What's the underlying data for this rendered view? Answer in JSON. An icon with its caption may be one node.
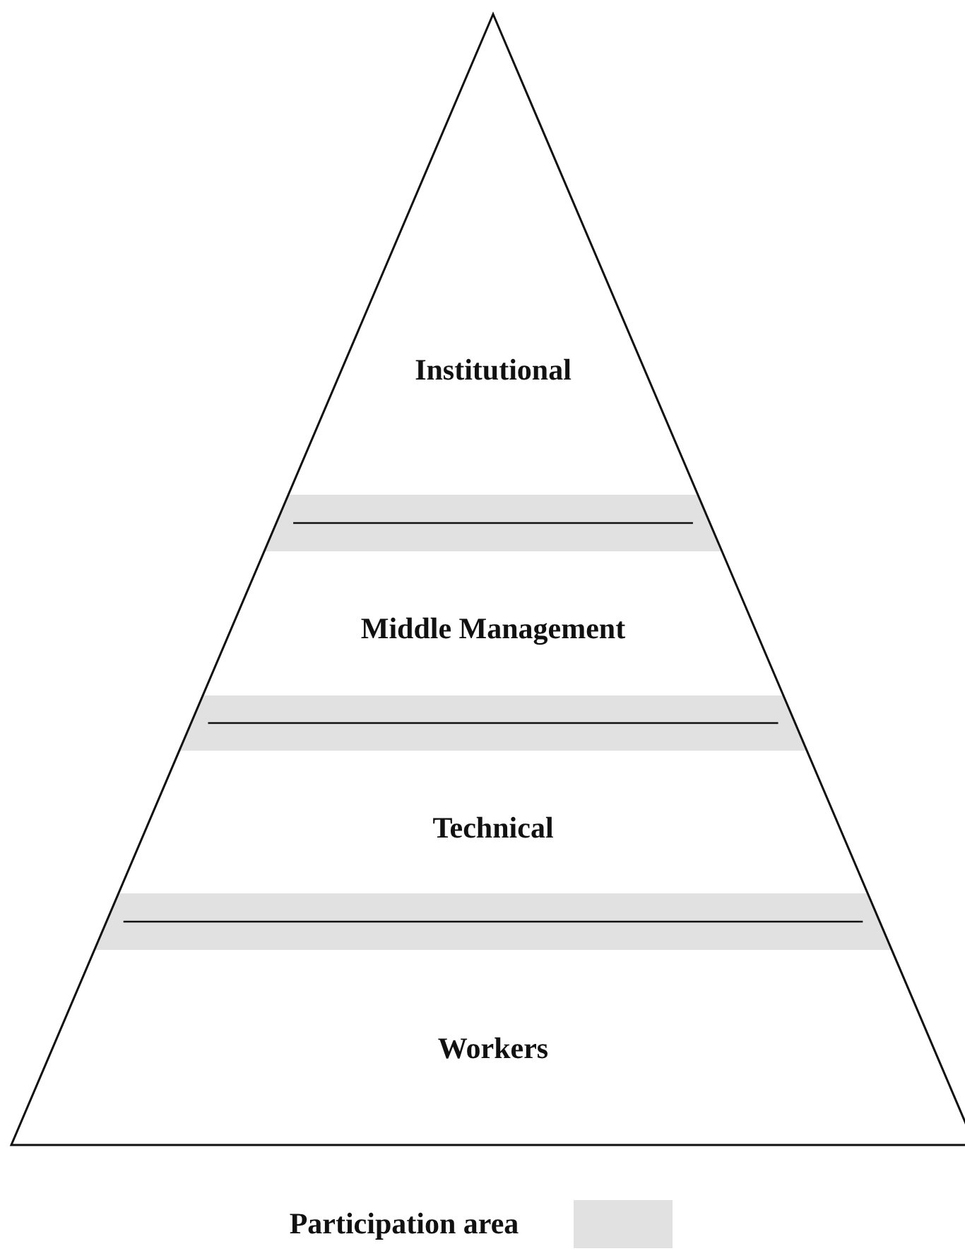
{
  "diagram": {
    "nodes": [
      {
        "text": [
          "Institutional"
        ]
      },
      {
        "text": [
          "Middle Management"
        ]
      },
      {
        "text": [
          "Technical"
        ]
      },
      {
        "text": [
          "Workers"
        ]
      }
    ],
    "legend": [
      {
        "text": "Participation area",
        "color": "#e1e1e1"
      }
    ]
  }
}
